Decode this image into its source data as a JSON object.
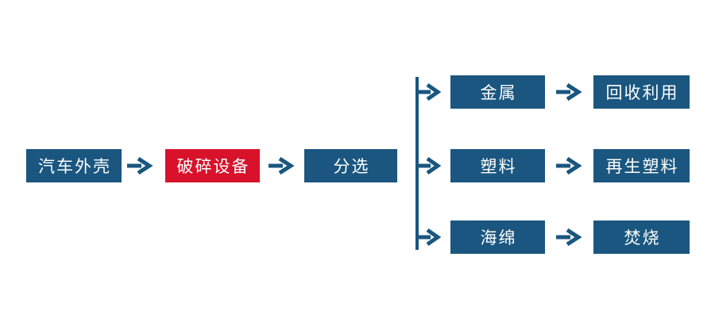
{
  "palette": {
    "background": "#FFFFFF",
    "box_blue": "#1A567F",
    "box_red": "#D8122B",
    "arrow_blue": "#1A567F",
    "box_text": "#FFFFFF"
  },
  "flow": {
    "input": {
      "label": "汽车外壳"
    },
    "process": {
      "label": "破碎设备"
    },
    "sort": {
      "label": "分选"
    },
    "branches": [
      {
        "material": {
          "label": "金属"
        },
        "outcome": {
          "label": "回收利用"
        }
      },
      {
        "material": {
          "label": "塑料"
        },
        "outcome": {
          "label": "再生塑料"
        }
      },
      {
        "material": {
          "label": "海绵"
        },
        "outcome": {
          "label": "焚烧"
        }
      }
    ]
  }
}
